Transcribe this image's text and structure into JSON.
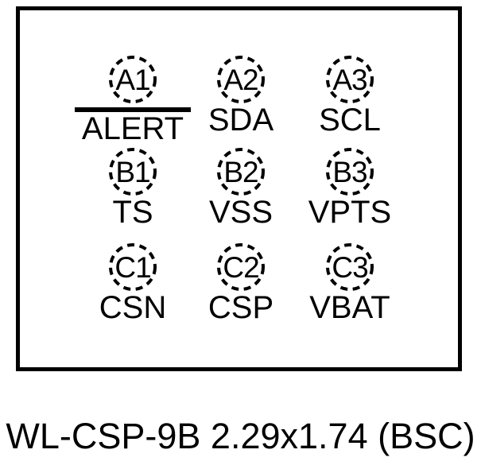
{
  "figure": {
    "caption": "WL-CSP-9B 2.29x1.74 (BSC)",
    "kind": "package-ball-map"
  },
  "colors": {
    "ink": "#000000",
    "background": "#ffffff"
  },
  "package": {
    "balls": [
      {
        "id": "A1",
        "name": "ALERT",
        "active_low": true
      },
      {
        "id": "A2",
        "name": "SDA",
        "active_low": false
      },
      {
        "id": "A3",
        "name": "SCL",
        "active_low": false
      },
      {
        "id": "B1",
        "name": "TS",
        "active_low": false
      },
      {
        "id": "B2",
        "name": "VSS",
        "active_low": false
      },
      {
        "id": "B3",
        "name": "VPTS",
        "active_low": false
      },
      {
        "id": "C1",
        "name": "CSN",
        "active_low": false
      },
      {
        "id": "C2",
        "name": "CSP",
        "active_low": false
      },
      {
        "id": "C3",
        "name": "VBAT",
        "active_low": false
      }
    ]
  }
}
